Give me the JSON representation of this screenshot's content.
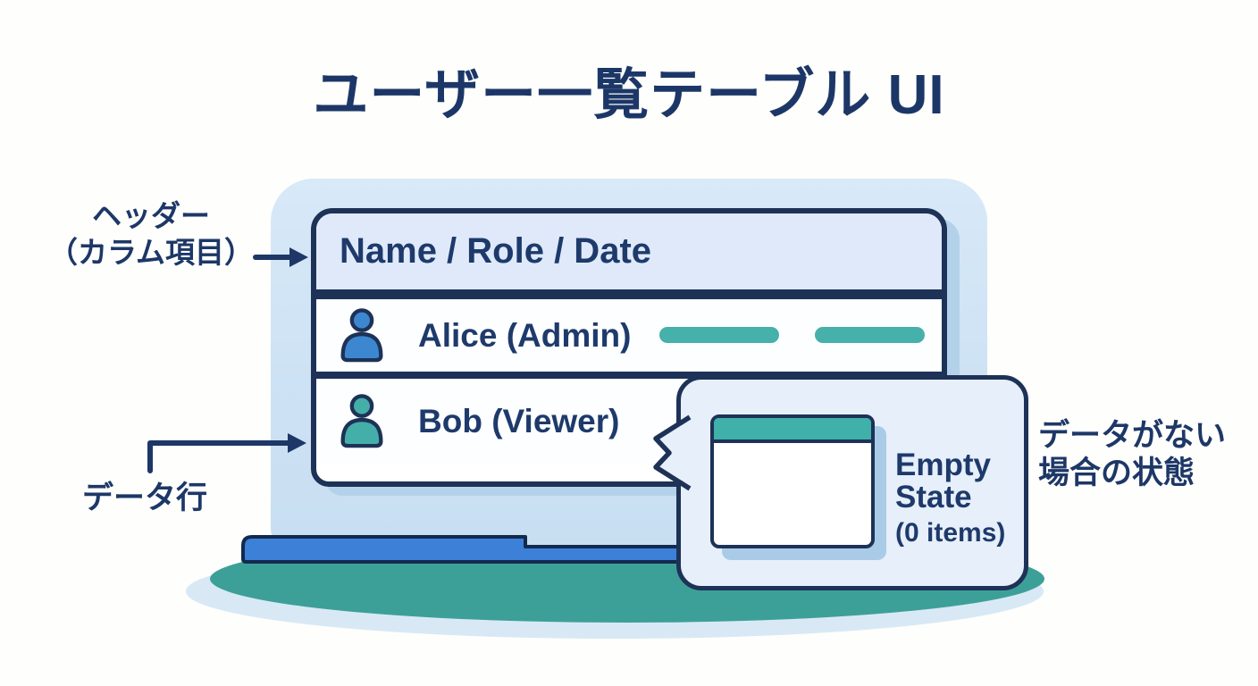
{
  "title": "ユーザー一覧テーブル UI",
  "annotations": {
    "header": {
      "line1": "ヘッダー",
      "line2": "（カラム項目）"
    },
    "data_row": "データ行",
    "empty_state": {
      "line1": "データがない",
      "line2": "場合の状態"
    }
  },
  "table": {
    "header": "Name / Role / Date",
    "rows": [
      {
        "name": "Alice (Admin)",
        "icon": "user-icon",
        "accent": "#3d87d1"
      },
      {
        "name": "Bob (Viewer)",
        "icon": "user-icon",
        "accent": "#44afa8"
      }
    ]
  },
  "callout": {
    "title_line1": "Empty",
    "title_line2": "State",
    "subtitle": "(0 items)"
  },
  "colors": {
    "navy_outline": "#1d3256",
    "text_navy": "#1e3a6b",
    "teal": "#46b0aa",
    "blue": "#3c80d8",
    "screen_blue": "#cde2f4",
    "header_bg": "#dfe9fa",
    "callout_bg": "#e6effa",
    "shadow_blue": "#b3d2ea",
    "ground_teal": "#3da098",
    "ground_light": "#d8e9f5"
  }
}
